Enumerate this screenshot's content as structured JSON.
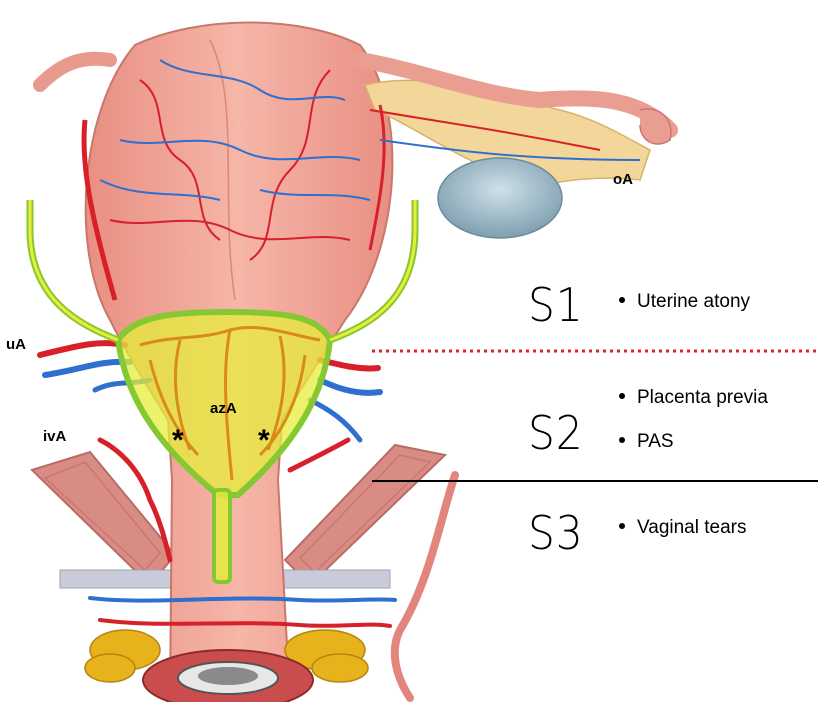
{
  "vessel_labels": {
    "oA": "oA",
    "uA": "uA",
    "azA": "azA",
    "ivA": "ivA",
    "asterisk_left": "*",
    "asterisk_right": "*"
  },
  "stages": [
    {
      "label": "S1",
      "items": [
        "Uterine atony"
      ]
    },
    {
      "label": "S2",
      "items": [
        "Placenta previa",
        "PAS"
      ]
    },
    {
      "label": "S3",
      "items": [
        "Vaginal tears"
      ]
    }
  ],
  "colors": {
    "uterus": "#f2a79a",
    "artery": "#d8202a",
    "vein": "#2f6fd0",
    "ovary": "#a9c3d0",
    "tube_fat": "#f3d79a",
    "zone_outline": "#86c832",
    "zone_fill": "#e6ee3a",
    "divider_dotted": "#d9232a",
    "divider_solid": "#000000",
    "fat_lobules": "#e7b21c",
    "muscle": "#d58a82",
    "ligament": "#c9ccd8"
  }
}
